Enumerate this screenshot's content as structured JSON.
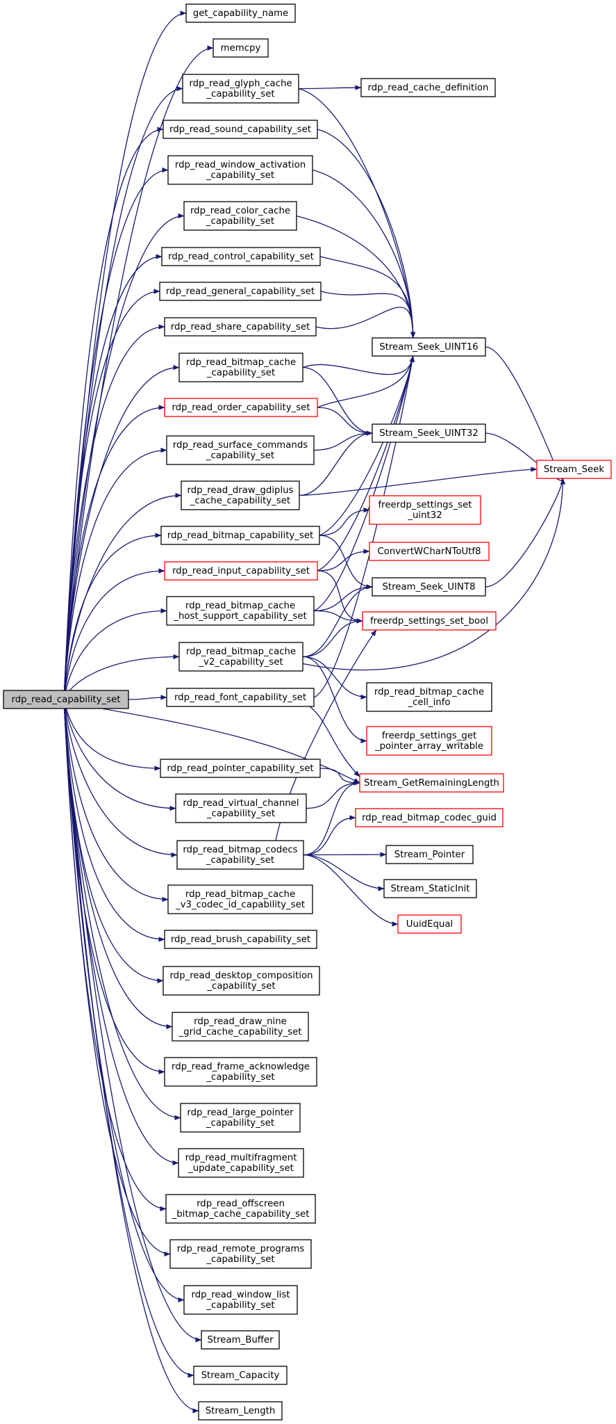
{
  "graph": {
    "root": "rdp_read_capability_set",
    "nodes": [
      {
        "id": "root",
        "lines": [
          "rdp_read_capability_set"
        ],
        "style": "root"
      },
      {
        "id": "get_capability_name",
        "lines": [
          "get_capability_name"
        ],
        "style": "normal"
      },
      {
        "id": "memcpy",
        "lines": [
          "memcpy"
        ],
        "style": "normal"
      },
      {
        "id": "glyph_cache",
        "lines": [
          "rdp_read_glyph_cache",
          "_capability_set"
        ],
        "style": "normal"
      },
      {
        "id": "cache_definition",
        "lines": [
          "rdp_read_cache_definition"
        ],
        "style": "normal"
      },
      {
        "id": "sound",
        "lines": [
          "rdp_read_sound_capability_set"
        ],
        "style": "normal"
      },
      {
        "id": "window_activation",
        "lines": [
          "rdp_read_window_activation",
          "_capability_set"
        ],
        "style": "normal"
      },
      {
        "id": "color_cache",
        "lines": [
          "rdp_read_color_cache",
          "_capability_set"
        ],
        "style": "normal"
      },
      {
        "id": "control",
        "lines": [
          "rdp_read_control_capability_set"
        ],
        "style": "normal"
      },
      {
        "id": "general",
        "lines": [
          "rdp_read_general_capability_set"
        ],
        "style": "normal"
      },
      {
        "id": "share",
        "lines": [
          "rdp_read_share_capability_set"
        ],
        "style": "normal"
      },
      {
        "id": "seek_uint16",
        "lines": [
          "Stream_Seek_UINT16"
        ],
        "style": "normal"
      },
      {
        "id": "bitmap_cache",
        "lines": [
          "rdp_read_bitmap_cache",
          "_capability_set"
        ],
        "style": "normal"
      },
      {
        "id": "order",
        "lines": [
          "rdp_read_order_capability_set"
        ],
        "style": "red"
      },
      {
        "id": "seek_uint32",
        "lines": [
          "Stream_Seek_UINT32"
        ],
        "style": "normal"
      },
      {
        "id": "surface_commands",
        "lines": [
          "rdp_read_surface_commands",
          "_capability_set"
        ],
        "style": "normal"
      },
      {
        "id": "stream_seek",
        "lines": [
          "Stream_Seek"
        ],
        "style": "red"
      },
      {
        "id": "draw_gdiplus",
        "lines": [
          "rdp_read_draw_gdiplus",
          "_cache_capability_set"
        ],
        "style": "normal"
      },
      {
        "id": "settings_set_uint32",
        "lines": [
          "freerdp_settings_set",
          "_uint32"
        ],
        "style": "red"
      },
      {
        "id": "bitmap",
        "lines": [
          "rdp_read_bitmap_capability_set"
        ],
        "style": "normal"
      },
      {
        "id": "convert_wchar",
        "lines": [
          "ConvertWCharNToUtf8"
        ],
        "style": "red"
      },
      {
        "id": "input",
        "lines": [
          "rdp_read_input_capability_set"
        ],
        "style": "red"
      },
      {
        "id": "seek_uint8",
        "lines": [
          "Stream_Seek_UINT8"
        ],
        "style": "normal"
      },
      {
        "id": "bitmap_cache_host",
        "lines": [
          "rdp_read_bitmap_cache",
          "_host_support_capability_set"
        ],
        "style": "normal"
      },
      {
        "id": "settings_set_bool",
        "lines": [
          "freerdp_settings_set_bool"
        ],
        "style": "red"
      },
      {
        "id": "bitmap_cache_v2",
        "lines": [
          "rdp_read_bitmap_cache",
          "_v2_capability_set"
        ],
        "style": "normal"
      },
      {
        "id": "bitmap_cache_cell",
        "lines": [
          "rdp_read_bitmap_cache",
          "_cell_info"
        ],
        "style": "normal"
      },
      {
        "id": "font",
        "lines": [
          "rdp_read_font_capability_set"
        ],
        "style": "normal"
      },
      {
        "id": "settings_get_pointer",
        "lines": [
          "freerdp_settings_get",
          "_pointer_array_writable"
        ],
        "style": "red"
      },
      {
        "id": "pointer",
        "lines": [
          "rdp_read_pointer_capability_set"
        ],
        "style": "normal"
      },
      {
        "id": "remaining_length",
        "lines": [
          "Stream_GetRemainingLength"
        ],
        "style": "red"
      },
      {
        "id": "virtual_channel",
        "lines": [
          "rdp_read_virtual_channel",
          "_capability_set"
        ],
        "style": "normal"
      },
      {
        "id": "bitmap_codec_guid",
        "lines": [
          "rdp_read_bitmap_codec_guid"
        ],
        "style": "red"
      },
      {
        "id": "bitmap_codecs",
        "lines": [
          "rdp_read_bitmap_codecs",
          "_capability_set"
        ],
        "style": "normal"
      },
      {
        "id": "stream_pointer",
        "lines": [
          "Stream_Pointer"
        ],
        "style": "normal"
      },
      {
        "id": "static_init",
        "lines": [
          "Stream_StaticInit"
        ],
        "style": "normal"
      },
      {
        "id": "uuid_equal",
        "lines": [
          "UuidEqual"
        ],
        "style": "red"
      },
      {
        "id": "bitmap_cache_v3",
        "lines": [
          "rdp_read_bitmap_cache",
          "_v3_codec_id_capability_set"
        ],
        "style": "normal"
      },
      {
        "id": "brush",
        "lines": [
          "rdp_read_brush_capability_set"
        ],
        "style": "normal"
      },
      {
        "id": "desktop_composition",
        "lines": [
          "rdp_read_desktop_composition",
          "_capability_set"
        ],
        "style": "normal"
      },
      {
        "id": "draw_nine_grid",
        "lines": [
          "rdp_read_draw_nine",
          "_grid_cache_capability_set"
        ],
        "style": "normal"
      },
      {
        "id": "frame_ack",
        "lines": [
          "rdp_read_frame_acknowledge",
          "_capability_set"
        ],
        "style": "normal"
      },
      {
        "id": "large_pointer",
        "lines": [
          "rdp_read_large_pointer",
          "_capability_set"
        ],
        "style": "normal"
      },
      {
        "id": "multifragment",
        "lines": [
          "rdp_read_multifragment",
          "_update_capability_set"
        ],
        "style": "normal"
      },
      {
        "id": "offscreen",
        "lines": [
          "rdp_read_offscreen",
          "_bitmap_cache_capability_set"
        ],
        "style": "normal"
      },
      {
        "id": "remote_programs",
        "lines": [
          "rdp_read_remote_programs",
          "_capability_set"
        ],
        "style": "normal"
      },
      {
        "id": "window_list",
        "lines": [
          "rdp_read_window_list",
          "_capability_set"
        ],
        "style": "normal"
      },
      {
        "id": "stream_buffer",
        "lines": [
          "Stream_Buffer"
        ],
        "style": "normal"
      },
      {
        "id": "stream_capacity",
        "lines": [
          "Stream_Capacity"
        ],
        "style": "normal"
      },
      {
        "id": "stream_length",
        "lines": [
          "Stream_Length"
        ],
        "style": "normal"
      }
    ],
    "edges": [
      [
        "root",
        "get_capability_name"
      ],
      [
        "root",
        "memcpy"
      ],
      [
        "root",
        "glyph_cache"
      ],
      [
        "root",
        "sound"
      ],
      [
        "root",
        "window_activation"
      ],
      [
        "root",
        "color_cache"
      ],
      [
        "root",
        "control"
      ],
      [
        "root",
        "general"
      ],
      [
        "root",
        "share"
      ],
      [
        "root",
        "bitmap_cache"
      ],
      [
        "root",
        "order"
      ],
      [
        "root",
        "surface_commands"
      ],
      [
        "root",
        "draw_gdiplus"
      ],
      [
        "root",
        "bitmap"
      ],
      [
        "root",
        "input"
      ],
      [
        "root",
        "bitmap_cache_host"
      ],
      [
        "root",
        "bitmap_cache_v2"
      ],
      [
        "root",
        "font"
      ],
      [
        "root",
        "remaining_length"
      ],
      [
        "root",
        "pointer"
      ],
      [
        "root",
        "virtual_channel"
      ],
      [
        "root",
        "bitmap_codecs"
      ],
      [
        "root",
        "bitmap_cache_v3"
      ],
      [
        "root",
        "brush"
      ],
      [
        "root",
        "desktop_composition"
      ],
      [
        "root",
        "draw_nine_grid"
      ],
      [
        "root",
        "frame_ack"
      ],
      [
        "root",
        "large_pointer"
      ],
      [
        "root",
        "multifragment"
      ],
      [
        "root",
        "offscreen"
      ],
      [
        "root",
        "remote_programs"
      ],
      [
        "root",
        "window_list"
      ],
      [
        "root",
        "stream_buffer"
      ],
      [
        "root",
        "stream_capacity"
      ],
      [
        "root",
        "stream_length"
      ],
      [
        "glyph_cache",
        "cache_definition"
      ],
      [
        "glyph_cache",
        "seek_uint16"
      ],
      [
        "sound",
        "seek_uint16"
      ],
      [
        "window_activation",
        "seek_uint16"
      ],
      [
        "color_cache",
        "seek_uint16"
      ],
      [
        "control",
        "seek_uint16"
      ],
      [
        "general",
        "seek_uint16"
      ],
      [
        "share",
        "seek_uint16"
      ],
      [
        "bitmap_cache",
        "seek_uint16"
      ],
      [
        "bitmap_cache",
        "seek_uint32"
      ],
      [
        "order",
        "seek_uint16"
      ],
      [
        "order",
        "seek_uint32"
      ],
      [
        "surface_commands",
        "seek_uint32"
      ],
      [
        "draw_gdiplus",
        "seek_uint32"
      ],
      [
        "draw_gdiplus",
        "stream_seek"
      ],
      [
        "bitmap",
        "seek_uint16"
      ],
      [
        "bitmap",
        "settings_set_uint32"
      ],
      [
        "bitmap",
        "seek_uint8"
      ],
      [
        "input",
        "seek_uint16"
      ],
      [
        "input",
        "convert_wchar"
      ],
      [
        "input",
        "settings_set_bool"
      ],
      [
        "bitmap_cache_host",
        "seek_uint16"
      ],
      [
        "bitmap_cache_host",
        "seek_uint8"
      ],
      [
        "bitmap_cache_host",
        "settings_set_bool"
      ],
      [
        "bitmap_cache_v2",
        "seek_uint8"
      ],
      [
        "bitmap_cache_v2",
        "settings_set_bool"
      ],
      [
        "bitmap_cache_v2",
        "stream_seek"
      ],
      [
        "bitmap_cache_v2",
        "bitmap_cache_cell"
      ],
      [
        "bitmap_cache_v2",
        "settings_get_pointer"
      ],
      [
        "font",
        "seek_uint16"
      ],
      [
        "font",
        "remaining_length"
      ],
      [
        "pointer",
        "remaining_length"
      ],
      [
        "virtual_channel",
        "remaining_length"
      ],
      [
        "bitmap_codecs",
        "remaining_length"
      ],
      [
        "bitmap_codecs",
        "bitmap_codec_guid"
      ],
      [
        "bitmap_codecs",
        "stream_pointer"
      ],
      [
        "bitmap_codecs",
        "static_init"
      ],
      [
        "bitmap_codecs",
        "uuid_equal"
      ],
      [
        "bitmap_codecs",
        "settings_set_bool"
      ],
      [
        "seek_uint16",
        "stream_seek"
      ],
      [
        "seek_uint32",
        "stream_seek"
      ],
      [
        "seek_uint8",
        "stream_seek"
      ]
    ]
  }
}
